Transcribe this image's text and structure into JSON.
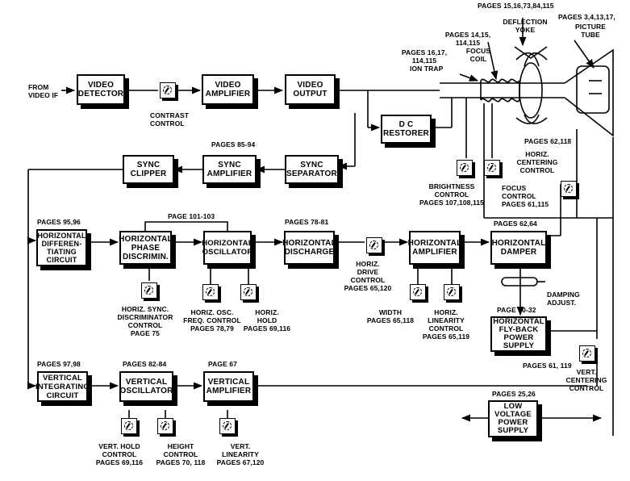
{
  "blocks": {
    "video_detector": "VIDEO\nDETECTOR",
    "video_amplifier": "VIDEO\nAMPLIFIER",
    "video_output": "VIDEO\nOUTPUT",
    "dc_restorer": "D C\nRESTORER",
    "sync_clipper": "SYNC\nCLIPPER",
    "sync_amplifier": "SYNC\nAMPLIFIER",
    "sync_separator": "SYNC\nSEPARATOR",
    "horiz_differentiating": "HORIZONTAL\nDIFFEREN-\nTIATING\nCIRCUIT",
    "horiz_phase": "HORIZONTAL\nPHASE\nDISCRIMIN.",
    "horiz_oscillator": "HORIZONTAL\nOSCILLATOR",
    "horiz_discharge": "HORIZONTAL\nDISCHARGE",
    "horiz_amplifier": "HORIZONTAL\nAMPLIFIER",
    "horiz_damper": "HORIZONTAL\nDAMPER",
    "horiz_flyback": "HORIZONTAL\nFLY-BACK\nPOWER\nSUPPLY",
    "vert_integrating": "VERTICAL\nINTEGRATING\nCIRCUIT",
    "vert_oscillator": "VERTICAL\nOSCILLATOR",
    "vert_amplifier": "VERTICAL\nAMPLIFIER",
    "low_voltage": "LOW\nVOLTAGE\nPOWER\nSUPPLY"
  },
  "labels": {
    "from_video_if": "FROM\nVIDEO IF",
    "contrast_control": "CONTRAST\nCONTROL",
    "pages_85_94": "PAGES 85-94",
    "brightness_control": "BRIGHTNESS\nCONTROL\nPAGES 107,108,115",
    "focus_control": "FOCUS\nCONTROL\nPAGES 61,115",
    "horiz_centering": "HORIZ.\nCENTERING\nCONTROL",
    "pages_62_118": "PAGES 62,118",
    "pages_95_96": "PAGES 95,96",
    "page_101_103": "PAGE 101-103",
    "pages_78_81": "PAGES 78-81",
    "pages_62_64": "PAGES 62,64",
    "horiz_sync_discriminator": "HORIZ. SYNC.\nDISCRIMINATOR\nCONTROL\nPAGE 75",
    "horiz_osc_freq": "HORIZ. OSC.\nFREQ. CONTROL\nPAGES 78,79",
    "horiz_hold": "HORIZ.\nHOLD\nPAGES 69,116",
    "horiz_drive": "HORIZ.\nDRIVE\nCONTROL\nPAGES 65,120",
    "width": "WIDTH\nPAGES 65,118",
    "horiz_linearity": "HORIZ.\nLINEARITY\nCONTROL\nPAGES 65,119",
    "damping_adjust": "DAMPING\nADJUST.",
    "page_30_32": "PAGE 30-32",
    "pages_97_98": "PAGES 97,98",
    "pages_82_84": "PAGES 82-84",
    "page_67": "PAGE 67",
    "pages_61_119": "PAGES 61, 119",
    "vert_centering": "VERT.\nCENTERING\nCONTROL",
    "pages_25_26": "PAGES 25,26",
    "vert_hold": "VERT. HOLD\nCONTROL\nPAGES 69,116",
    "height_control": "HEIGHT\nCONTROL\nPAGES 70, 118",
    "vert_linearity": "VERT.\nLINEARITY\nPAGES 67,120",
    "pages_15_115": "PAGES 15,16,73,84,115",
    "deflection_yoke": "DEFLECTION\nYOKE",
    "pages_3_17": "PAGES 3,4,13,17,",
    "picture_tube": "PICTURE\nTUBE",
    "pages_14_115": "PAGES 14,15,\n114,115",
    "focus_coil": "FOCUS\nCOIL",
    "pages_16_115": "PAGES 16,17,\n114,115",
    "ion_trap": "ION TRAP"
  }
}
